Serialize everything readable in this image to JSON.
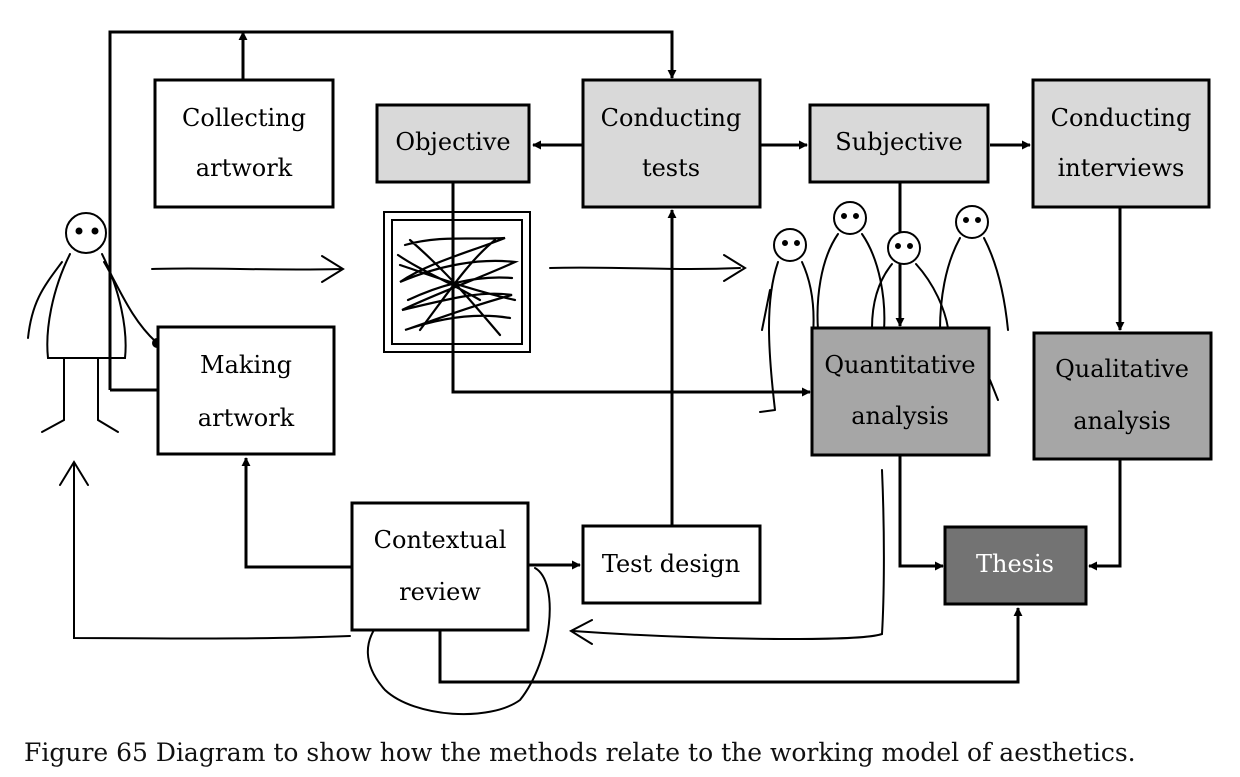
{
  "boxes": {
    "collecting": {
      "line1": "Collecting",
      "line2": "artwork"
    },
    "objective": {
      "line1": "Objective"
    },
    "conducting_tests": {
      "line1": "Conducting",
      "line2": "tests"
    },
    "subjective": {
      "line1": "Subjective"
    },
    "conducting_interviews": {
      "line1": "Conducting",
      "line2": "interviews"
    },
    "making": {
      "line1": "Making",
      "line2": "artwork"
    },
    "quantitative": {
      "line1": "Quantitative",
      "line2": "analysis"
    },
    "qualitative": {
      "line1": "Qualitative",
      "line2": "analysis"
    },
    "contextual": {
      "line1": "Contextual",
      "line2": "review"
    },
    "test_design": {
      "line1": "Test design"
    },
    "thesis": {
      "line1": "Thesis"
    }
  },
  "colors": {
    "white": "#ffffff",
    "light_grey": "#d9d9d9",
    "mid_grey": "#a6a6a6",
    "dark_grey": "#737373",
    "stroke": "#000000"
  },
  "caption": "Figure 65 Diagram to show how the methods relate to the working model of aesthetics."
}
